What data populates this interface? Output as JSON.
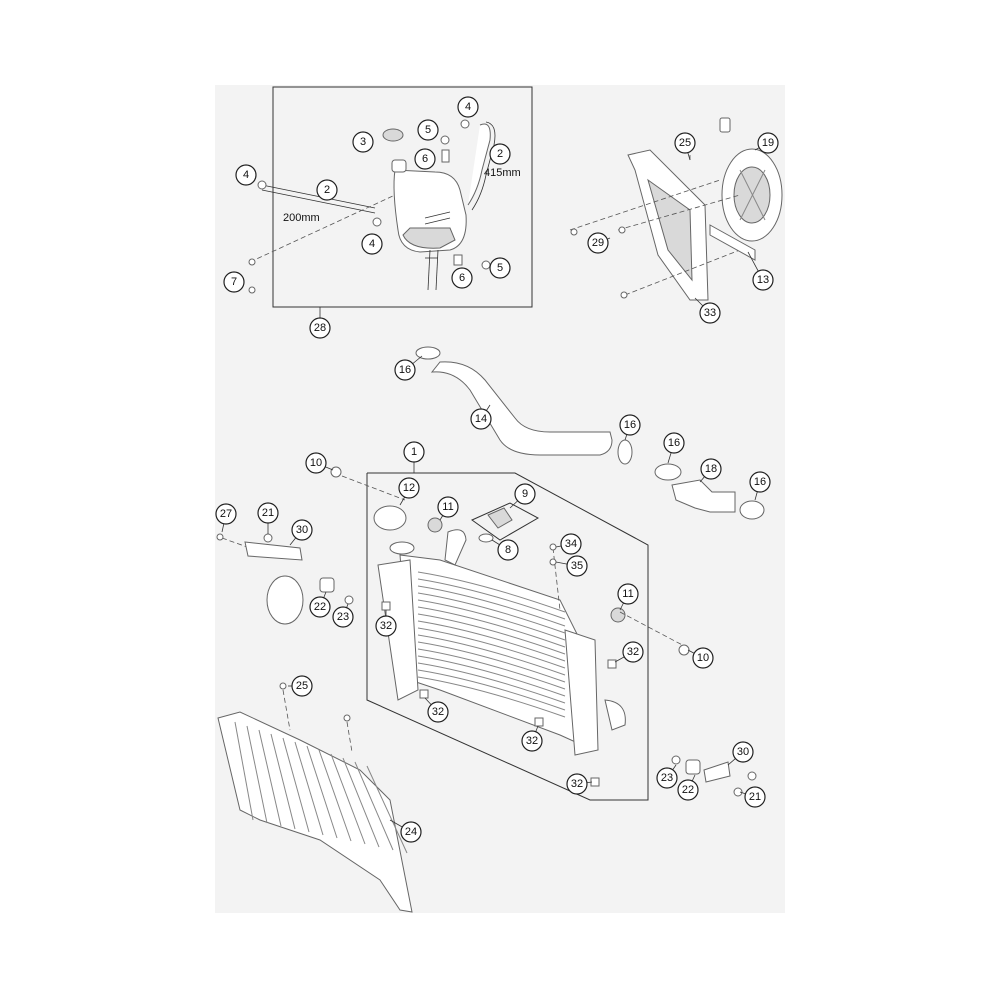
{
  "callouts": [
    {
      "n": "1"
    },
    {
      "n": "2"
    },
    {
      "n": "2"
    },
    {
      "n": "3"
    },
    {
      "n": "4"
    },
    {
      "n": "4"
    },
    {
      "n": "4"
    },
    {
      "n": "5"
    },
    {
      "n": "5"
    },
    {
      "n": "6"
    },
    {
      "n": "6"
    },
    {
      "n": "7"
    },
    {
      "n": "8"
    },
    {
      "n": "9"
    },
    {
      "n": "10"
    },
    {
      "n": "10"
    },
    {
      "n": "11"
    },
    {
      "n": "11"
    },
    {
      "n": "12"
    },
    {
      "n": "13"
    },
    {
      "n": "14"
    },
    {
      "n": "16"
    },
    {
      "n": "16"
    },
    {
      "n": "16"
    },
    {
      "n": "16"
    },
    {
      "n": "18"
    },
    {
      "n": "19"
    },
    {
      "n": "21"
    },
    {
      "n": "21"
    },
    {
      "n": "22"
    },
    {
      "n": "22"
    },
    {
      "n": "23"
    },
    {
      "n": "23"
    },
    {
      "n": "24"
    },
    {
      "n": "25"
    },
    {
      "n": "25"
    },
    {
      "n": "27"
    },
    {
      "n": "28"
    },
    {
      "n": "29"
    },
    {
      "n": "30"
    },
    {
      "n": "30"
    },
    {
      "n": "32"
    },
    {
      "n": "32"
    },
    {
      "n": "32"
    },
    {
      "n": "32"
    },
    {
      "n": "32"
    },
    {
      "n": "33"
    },
    {
      "n": "34"
    },
    {
      "n": "35"
    }
  ],
  "dimensions": {
    "hose_long": "415mm",
    "hose_short": "200mm"
  },
  "colors": {
    "background": "#f3f3f3",
    "line": "#333333",
    "part_fill": "#ffffff"
  }
}
